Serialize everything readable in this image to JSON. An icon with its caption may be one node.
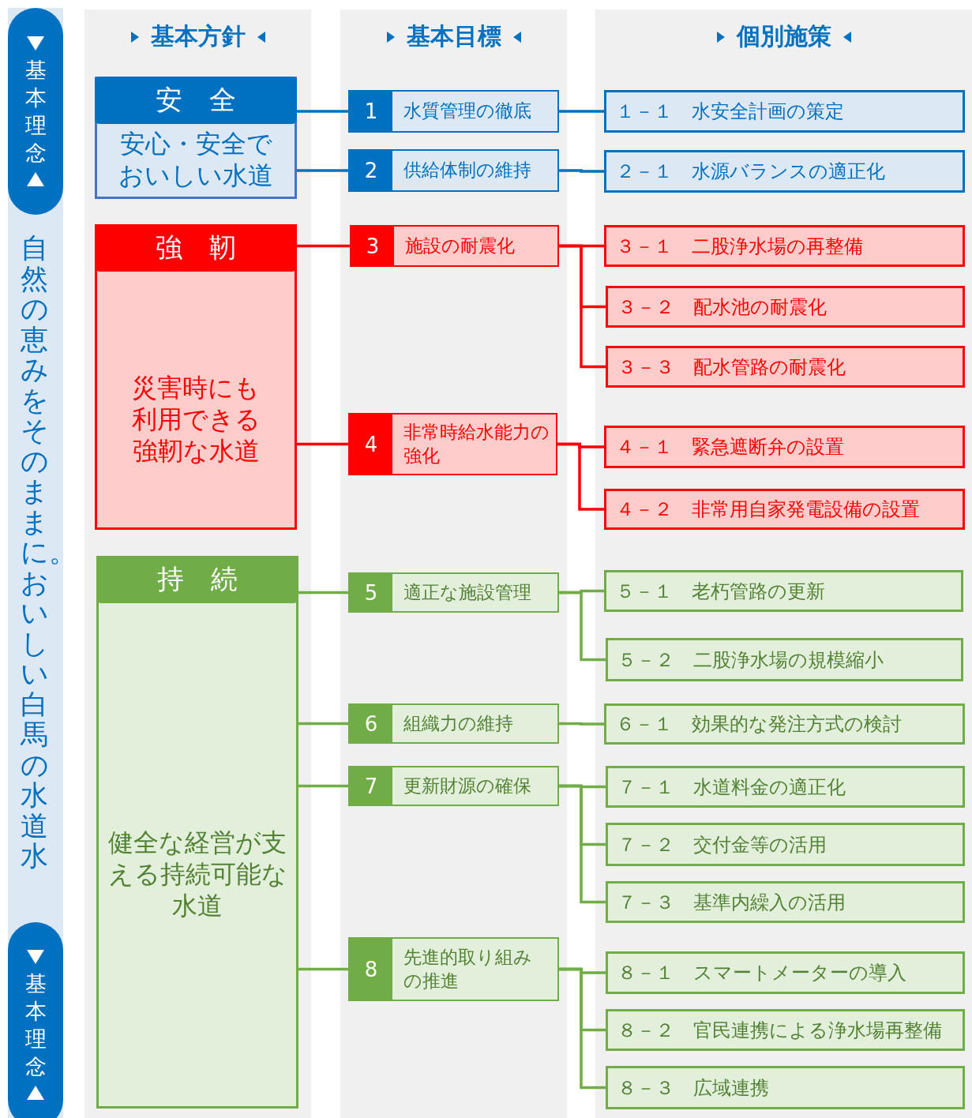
{
  "diagram": {
    "nodes": [
      {
        "text": [
          "自然の恵みをそのままに。おいしい白馬の水道水"
        ]
      },
      {
        "text": [
          "基本理念"
        ],
        "in": 0
      },
      {
        "text": [
          "基本理念"
        ],
        "in": 0
      },
      {
        "text": [
          "安　全",
          "安心・安全でおいしい水道"
        ]
      },
      {
        "text": [
          "強　靭",
          "災害時にも利用できる強靭な水道"
        ]
      },
      {
        "text": [
          "持　続",
          "健全な経営が支える持続可能な水道"
        ]
      },
      {
        "text": [
          "1",
          "水質管理の徹底"
        ]
      },
      {
        "text": [
          "2",
          "供給体制の維持"
        ]
      },
      {
        "text": [
          "3",
          "施設の耐震化"
        ]
      },
      {
        "text": [
          "4",
          "非常時給水能力の強化"
        ]
      },
      {
        "text": [
          "5",
          "適正な施設管理"
        ]
      },
      {
        "text": [
          "6",
          "組織力の維持"
        ]
      },
      {
        "text": [
          "7",
          "更新財源の確保"
        ]
      },
      {
        "text": [
          "8",
          "先進的取り組みの推進"
        ]
      },
      {
        "text": [
          "１－１　水安全計画の策定"
        ]
      },
      {
        "text": [
          "２－１　水源バランスの適正化"
        ]
      },
      {
        "text": [
          "３－１　二股浄水場の再整備"
        ]
      },
      {
        "text": [
          "３－２　配水池の耐震化"
        ]
      },
      {
        "text": [
          "３－３　配水管路の耐震化"
        ]
      },
      {
        "text": [
          "４－１　緊急遮断弁の設置"
        ]
      },
      {
        "text": [
          "４－２　非常用自家発電設備の設置"
        ]
      },
      {
        "text": [
          "５－１　老朽管路の更新"
        ]
      },
      {
        "text": [
          "５－２　二股浄水場の規模縮小"
        ]
      },
      {
        "text": [
          "６－１　効果的な発注方式の検討"
        ]
      },
      {
        "text": [
          "７－１　水道料金の適正化"
        ]
      },
      {
        "text": [
          "７－２　交付金等の活用"
        ]
      },
      {
        "text": [
          "７－３　基準内繰入の活用"
        ]
      },
      {
        "text": [
          "８－１　スマートメーターの導入"
        ]
      },
      {
        "text": [
          "８－２　官民連携による浄水場再整備"
        ]
      },
      {
        "text": [
          "８－３　広域連携"
        ]
      }
    ],
    "edges": [
      {
        "from": 3,
        "to": 6,
        "arrow": "none",
        "color": "#0070c0"
      },
      {
        "from": 3,
        "to": 7,
        "arrow": "none",
        "color": "#0070c0"
      },
      {
        "from": 4,
        "to": 8,
        "arrow": "none",
        "color": "#ff0000"
      },
      {
        "from": 4,
        "to": 9,
        "arrow": "none",
        "color": "#ff0000"
      },
      {
        "from": 5,
        "to": 10,
        "arrow": "none"
      },
      {
        "from": 5,
        "to": 11,
        "arrow": "none"
      },
      {
        "from": 5,
        "to": 12,
        "arrow": "none"
      },
      {
        "from": 5,
        "to": 13,
        "arrow": "none"
      },
      {
        "from": 6,
        "to": 14,
        "arrow": "none",
        "color": "#0070c0"
      },
      {
        "from": 7,
        "to": 15,
        "arrow": "none",
        "color": "#0070c0"
      },
      {
        "from": 8,
        "to": 16,
        "arrow": "none",
        "color": "#ff0000"
      },
      {
        "from": 8,
        "to": 17,
        "arrow": "none",
        "color": "#ff0000"
      },
      {
        "from": 8,
        "to": 18,
        "arrow": "none",
        "color": "#ff0000"
      },
      {
        "from": 9,
        "to": 19,
        "arrow": "none",
        "color": "#ff0000"
      },
      {
        "from": 9,
        "to": 20,
        "arrow": "none",
        "color": "#ff0000"
      },
      {
        "from": 10,
        "to": 21,
        "arrow": "none"
      },
      {
        "from": 10,
        "to": 22,
        "arrow": "none"
      },
      {
        "from": 11,
        "to": 23,
        "arrow": "none"
      },
      {
        "from": 12,
        "to": 24,
        "arrow": "none"
      },
      {
        "from": 12,
        "to": 25,
        "arrow": "none"
      },
      {
        "from": 12,
        "to": 26,
        "arrow": "none"
      },
      {
        "from": 13,
        "to": 27,
        "arrow": "none"
      },
      {
        "from": 13,
        "to": 28,
        "arrow": "none"
      },
      {
        "from": 13,
        "to": 29,
        "arrow": "none"
      }
    ],
    "labels": [
      "基本方針",
      "基本目標",
      "個別施策"
    ]
  }
}
